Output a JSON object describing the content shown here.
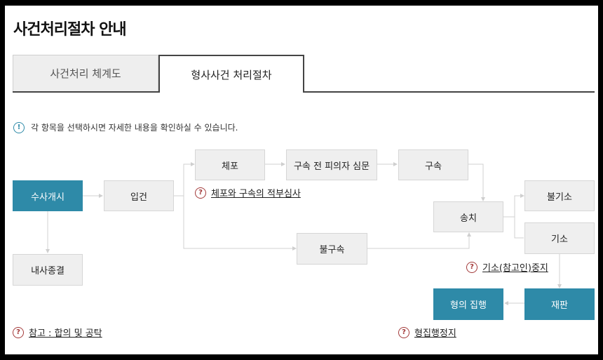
{
  "page": {
    "title": "사건처리절차 안내"
  },
  "tabs": [
    {
      "label": "사건처리 체계도",
      "active": false
    },
    {
      "label": "형사사건 처리절차",
      "active": true
    }
  ],
  "info": {
    "text": "각 항목을 선택하시면 자세한 내용을 확인하실 수 있습니다."
  },
  "flow": {
    "start": "수사개시",
    "internal_close": "내사종결",
    "case_opened": "입건",
    "arrest": "체포",
    "pre_detention_hearing": "구속 전 피의자 심문",
    "detention": "구속",
    "non_detention": "불구속",
    "transfer": "송치",
    "non_indictment": "불기소",
    "indictment": "기소",
    "trial": "재판",
    "sentence_execution": "형의 집행"
  },
  "notes": {
    "arrest_review": "체포와 구속의 적부심사",
    "indictment_suspension": "기소(참고인)중지",
    "reference": "참고 : 합의 및 공탁",
    "execution_suspension": "형집행정지"
  },
  "colors": {
    "accent": "#2e8aa8",
    "help": "#a33a3a"
  },
  "icons": {
    "info": "info-icon",
    "help": "question-icon"
  }
}
